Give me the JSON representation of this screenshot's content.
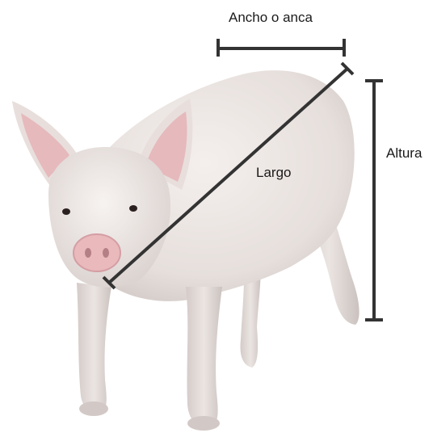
{
  "labels": {
    "ancho": "Ancho o anca",
    "largo": "Largo",
    "altura": "Altura"
  },
  "colors": {
    "background": "#ffffff",
    "measure_line": "#333333",
    "skin": "#ece6e3",
    "skin_shadow": "#cfc6c3",
    "ear_inner": "#e6b9bd",
    "snout": "#e9b9bc",
    "nostril": "#b57f86",
    "eye": "#2b2020"
  },
  "image": {
    "subject": "pig-photo"
  }
}
